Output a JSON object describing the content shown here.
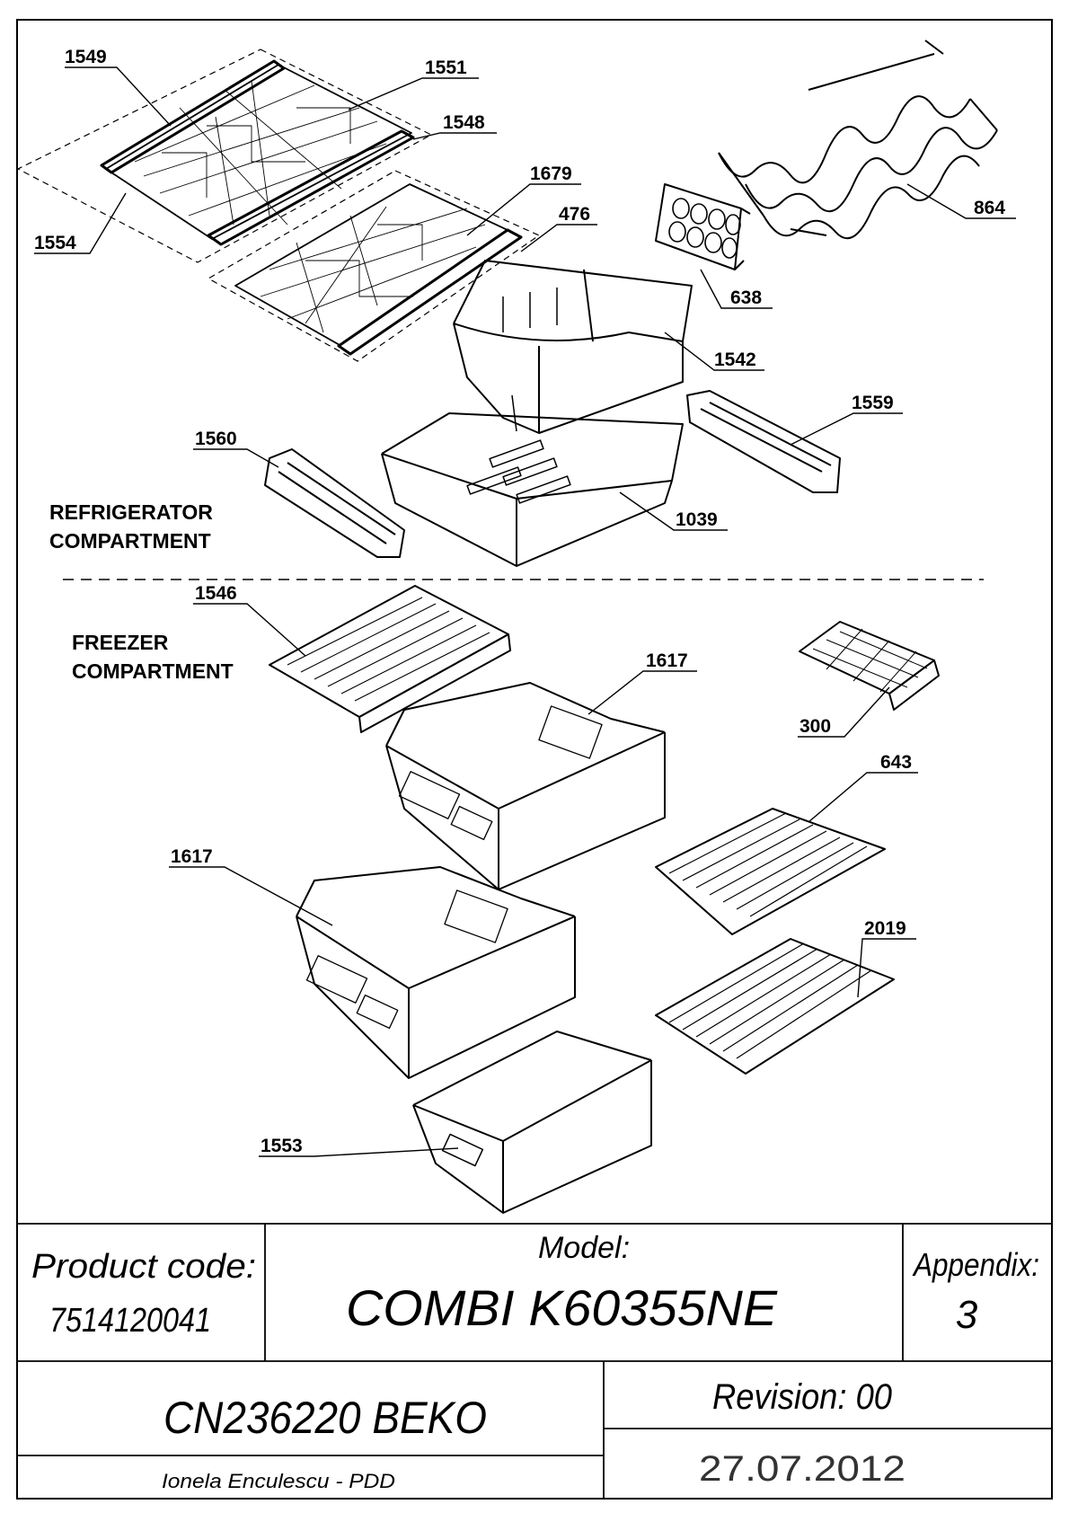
{
  "sections": {
    "refrigerator_line1": "REFRIGERATOR",
    "refrigerator_line2": "COMPARTMENT",
    "freezer_line1": "FREEZER",
    "freezer_line2": "COMPARTMENT"
  },
  "part_labels": [
    "1549",
    "1551",
    "1548",
    "1554",
    "1679",
    "476",
    "638",
    "864",
    "1542",
    "1559",
    "1560",
    "1039",
    "1546",
    "1617",
    "300",
    "643",
    "1617",
    "2019",
    "1553"
  ],
  "title_block": {
    "product_code_label": "Product code:",
    "product_code": "7514120041",
    "model_label": "Model:",
    "model": "COMBI K60355NE",
    "appendix_label": "Appendix:",
    "appendix": "3",
    "cn": "CN236220 BEKO",
    "revision": "Revision: 00",
    "author": "Ionela Enculescu - PDD",
    "date": "27.07.2012"
  }
}
